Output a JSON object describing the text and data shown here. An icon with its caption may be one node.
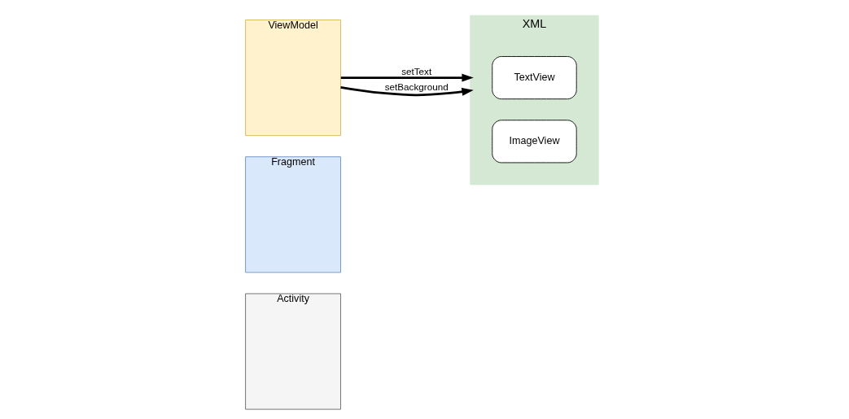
{
  "diagram": {
    "nodes": [
      {
        "text": [
          "Activity"
        ]
      },
      {
        "text": [
          "Fragment"
        ]
      },
      {
        "text": [
          "ViewModel"
        ]
      },
      {
        "text": [
          "XML"
        ]
      },
      {
        "text": [
          "TextView"
        ],
        "in": 3
      },
      {
        "text": [
          "ImageView"
        ],
        "in": 3
      }
    ],
    "edges": [
      {
        "from": 2,
        "to": 3,
        "arrow": "to",
        "label": "setText"
      },
      {
        "from": 2,
        "to": 3,
        "arrow": "to",
        "label": "setBackground"
      }
    ]
  }
}
